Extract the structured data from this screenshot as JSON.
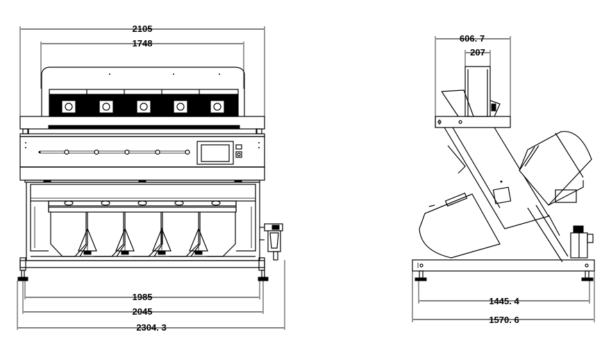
{
  "front_view": {
    "dimensions": {
      "overall_top": "2105",
      "hopper_width": "1748",
      "inner_base": "1985",
      "base_width": "2045",
      "overall_bottom": "2304. 3"
    }
  },
  "side_view": {
    "dimensions": {
      "top_width": "606. 7",
      "hopper_width": "207",
      "inner_base": "1445. 4",
      "overall_base": "1570. 6"
    }
  }
}
